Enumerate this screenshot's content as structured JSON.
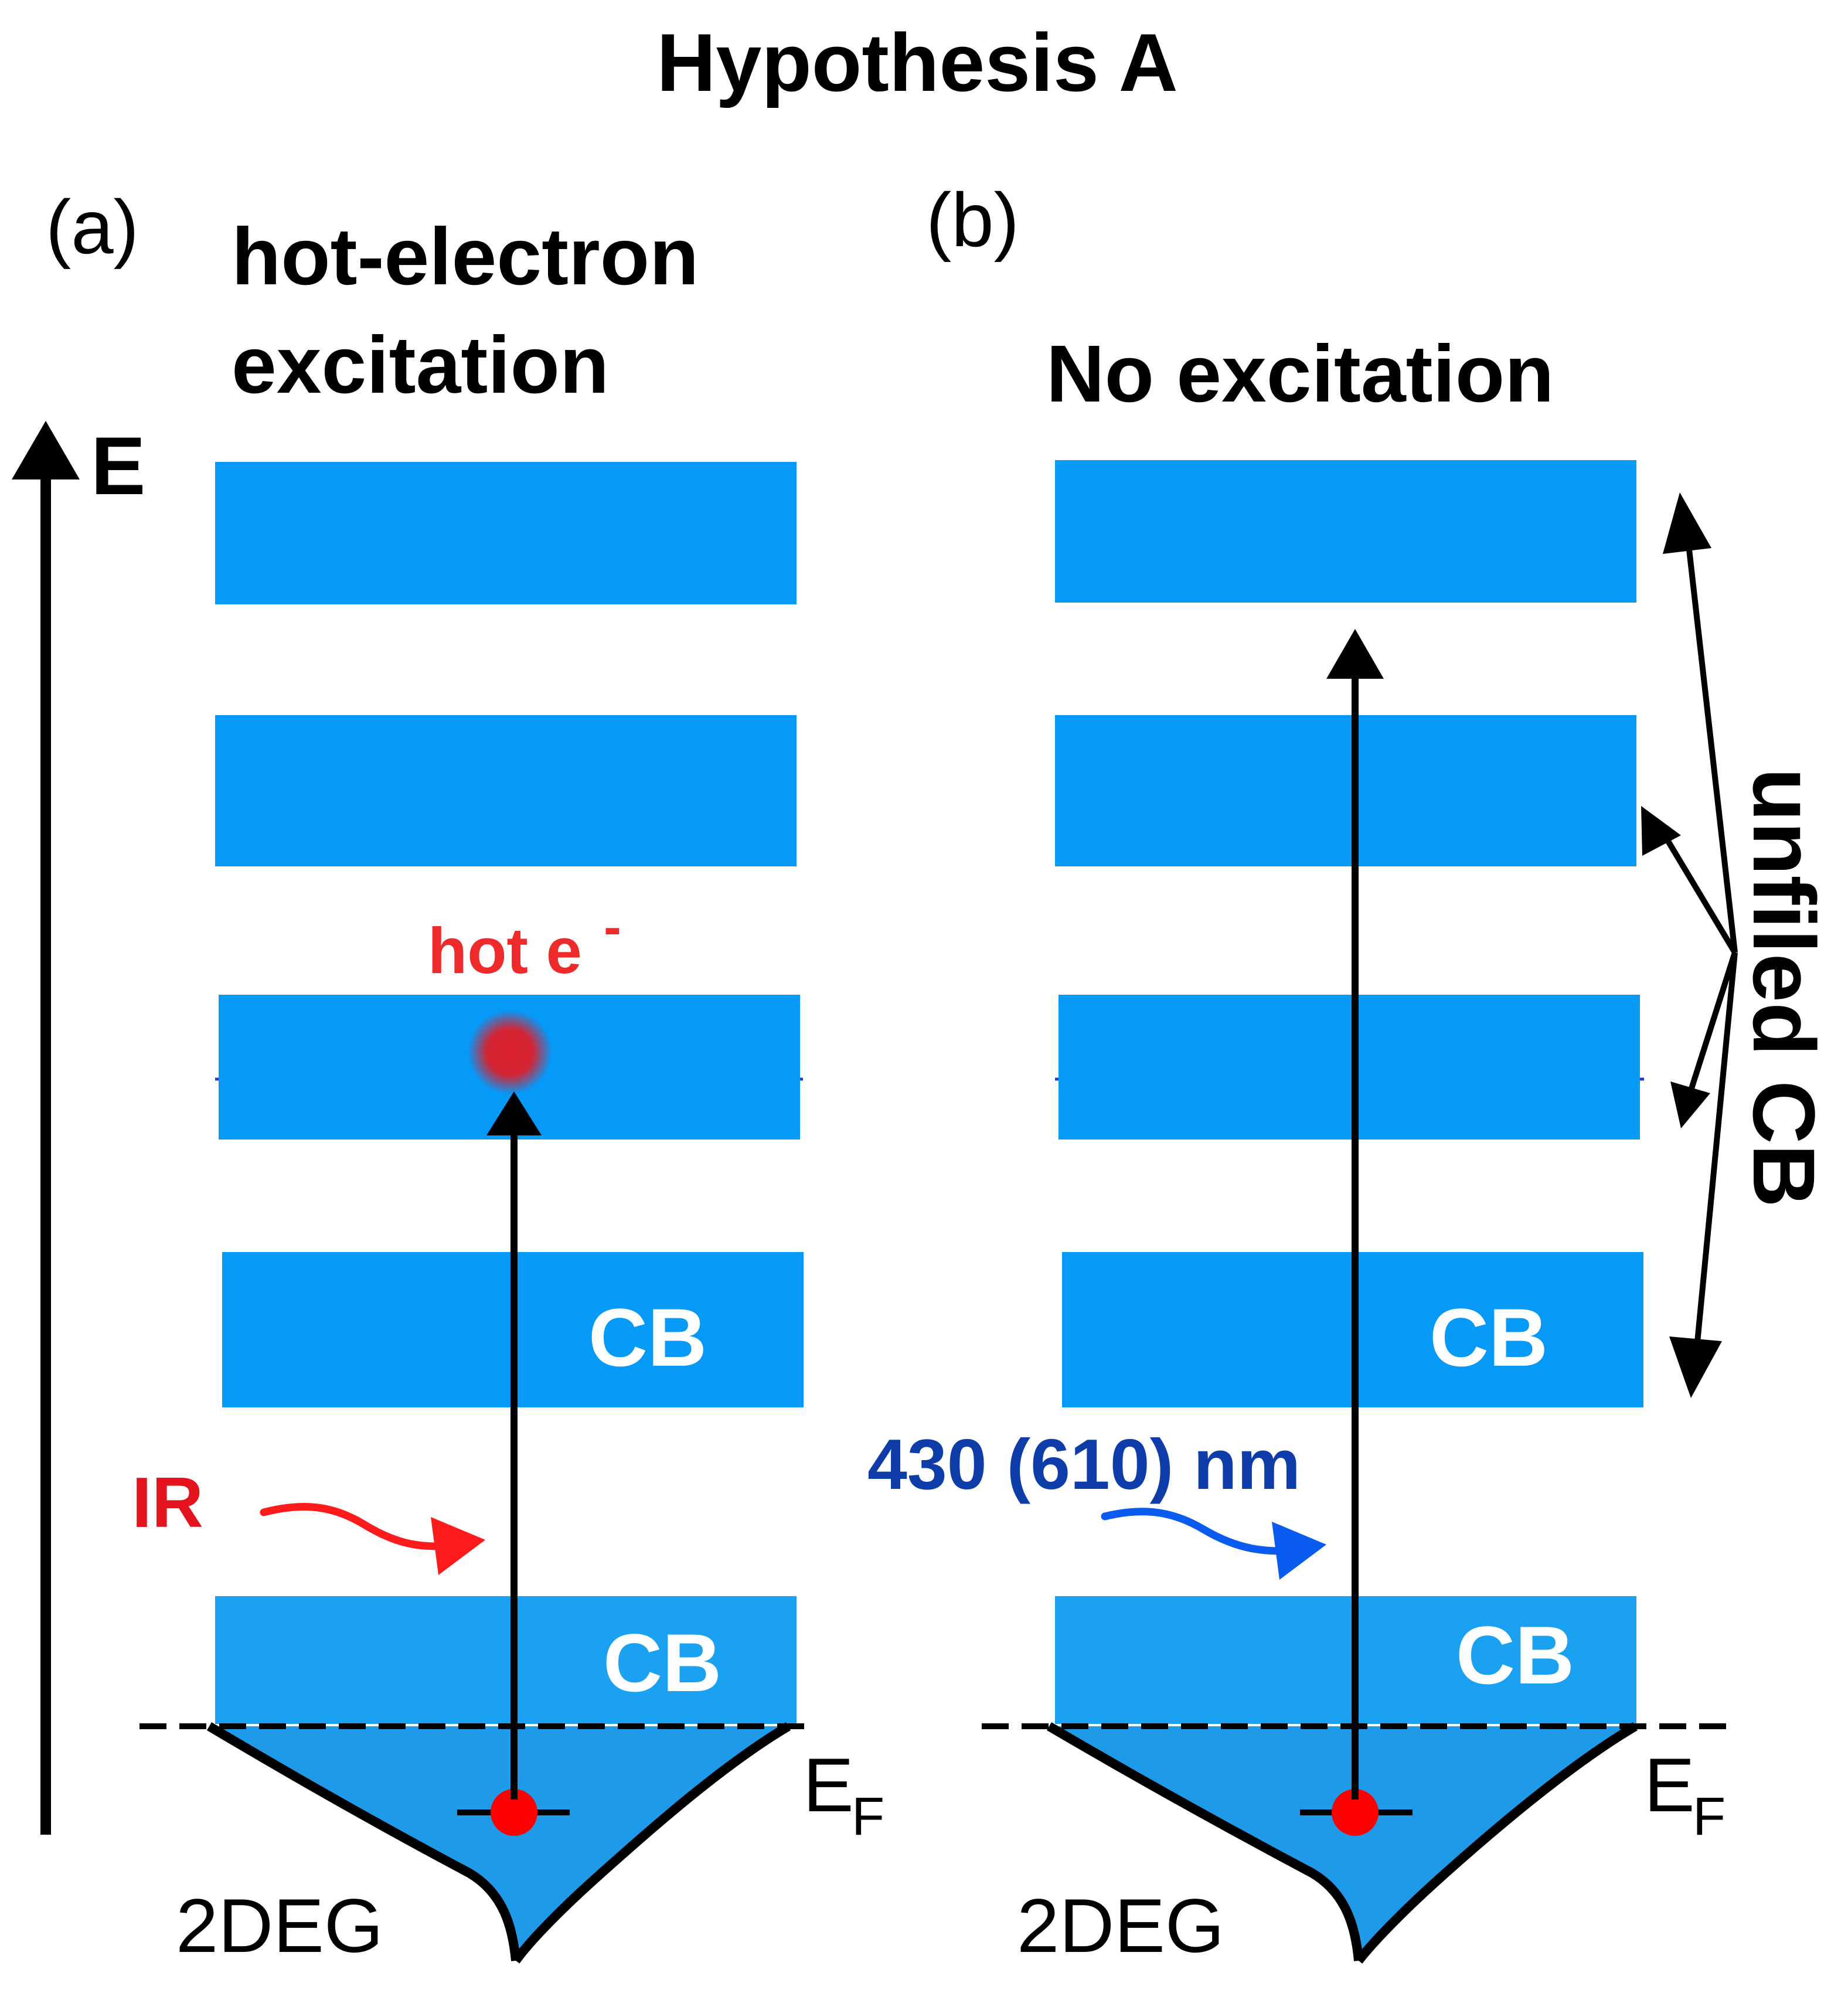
{
  "title": "Hypothesis A",
  "colors": {
    "band": "#0599F8",
    "band_lowest": "#1BA1F2",
    "well_fill": "#1E9AE8",
    "line": "#000000",
    "text": "#000000",
    "ir_red": "#FF1B1B",
    "hot_label_red": "#EE2A2A",
    "electron_red": "#FF0000",
    "hot_electron_red": "#DD1F2B",
    "wavelength_text": "#0E3CA8",
    "wavelength_arrow": "#0A5BF0",
    "band_text": "#FFFFFF"
  },
  "energy_axis": {
    "label": "E",
    "arrow_icon": "up-arrow-icon"
  },
  "panel_a": {
    "tag": "(a)",
    "heading_line1": "hot-electron",
    "heading_line2": "excitation",
    "band_labels": [
      "CB",
      "CB"
    ],
    "hot_electron_label": "hot e",
    "hot_electron_superscript": "-",
    "light_label": "IR",
    "fermi_label": "E",
    "fermi_subscript": "F",
    "well_label": "2DEG"
  },
  "panel_b": {
    "tag": "(b)",
    "heading": "No excitation",
    "band_labels": [
      "CB",
      "CB"
    ],
    "light_label": "430 (610) nm",
    "fermi_label": "E",
    "fermi_subscript": "F",
    "well_label": "2DEG",
    "side_label": "unfiled CB"
  }
}
